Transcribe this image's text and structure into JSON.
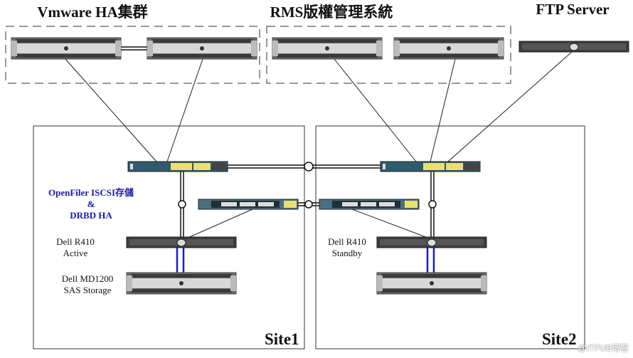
{
  "groups": {
    "vmware": "Vmware HA集群",
    "rms": "RMS版權管理系統",
    "ftp": "FTP Server"
  },
  "storage_label": {
    "line1": "OpenFiler  ISCSI存儲",
    "line2": "&",
    "line3": "DRBD HA"
  },
  "site1": {
    "name": "Site1",
    "server_model": "Dell R410",
    "server_role": "Active",
    "storage_model": "Dell MD1200",
    "storage_type": "SAS Storage"
  },
  "site2": {
    "name": "Site2",
    "server_model": "Dell R410",
    "server_role": "Standby"
  },
  "watermark": "@ITPUB博客",
  "colors": {
    "switch": "#2e5b6e",
    "san_link": "#1a1acc",
    "port": "#e8e070"
  }
}
